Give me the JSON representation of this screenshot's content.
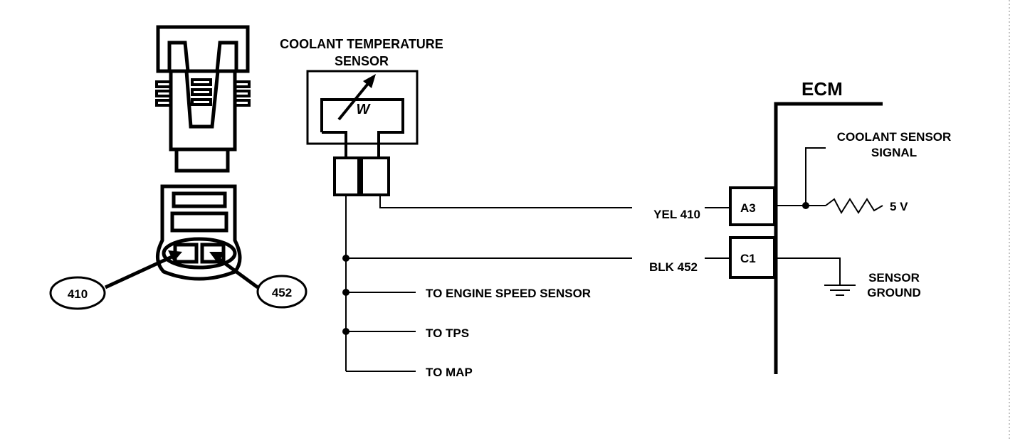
{
  "sensor": {
    "title_line1": "COOLANT TEMPERATURE",
    "title_line2": "SENSOR",
    "symbol_text": "W"
  },
  "connector": {
    "terminal_a": "410",
    "terminal_b": "452"
  },
  "wires": {
    "signal": "YEL 410",
    "ground": "BLK 452"
  },
  "branches": {
    "engine_speed": "TO ENGINE SPEED SENSOR",
    "tps": "TO TPS",
    "map": "TO MAP"
  },
  "ecm": {
    "label": "ECM",
    "pin_a": "A3",
    "pin_c": "C1",
    "signal_line1": "COOLANT SENSOR",
    "signal_line2": "SIGNAL",
    "voltage": "5 V",
    "ground_line1": "SENSOR",
    "ground_line2": "GROUND"
  }
}
